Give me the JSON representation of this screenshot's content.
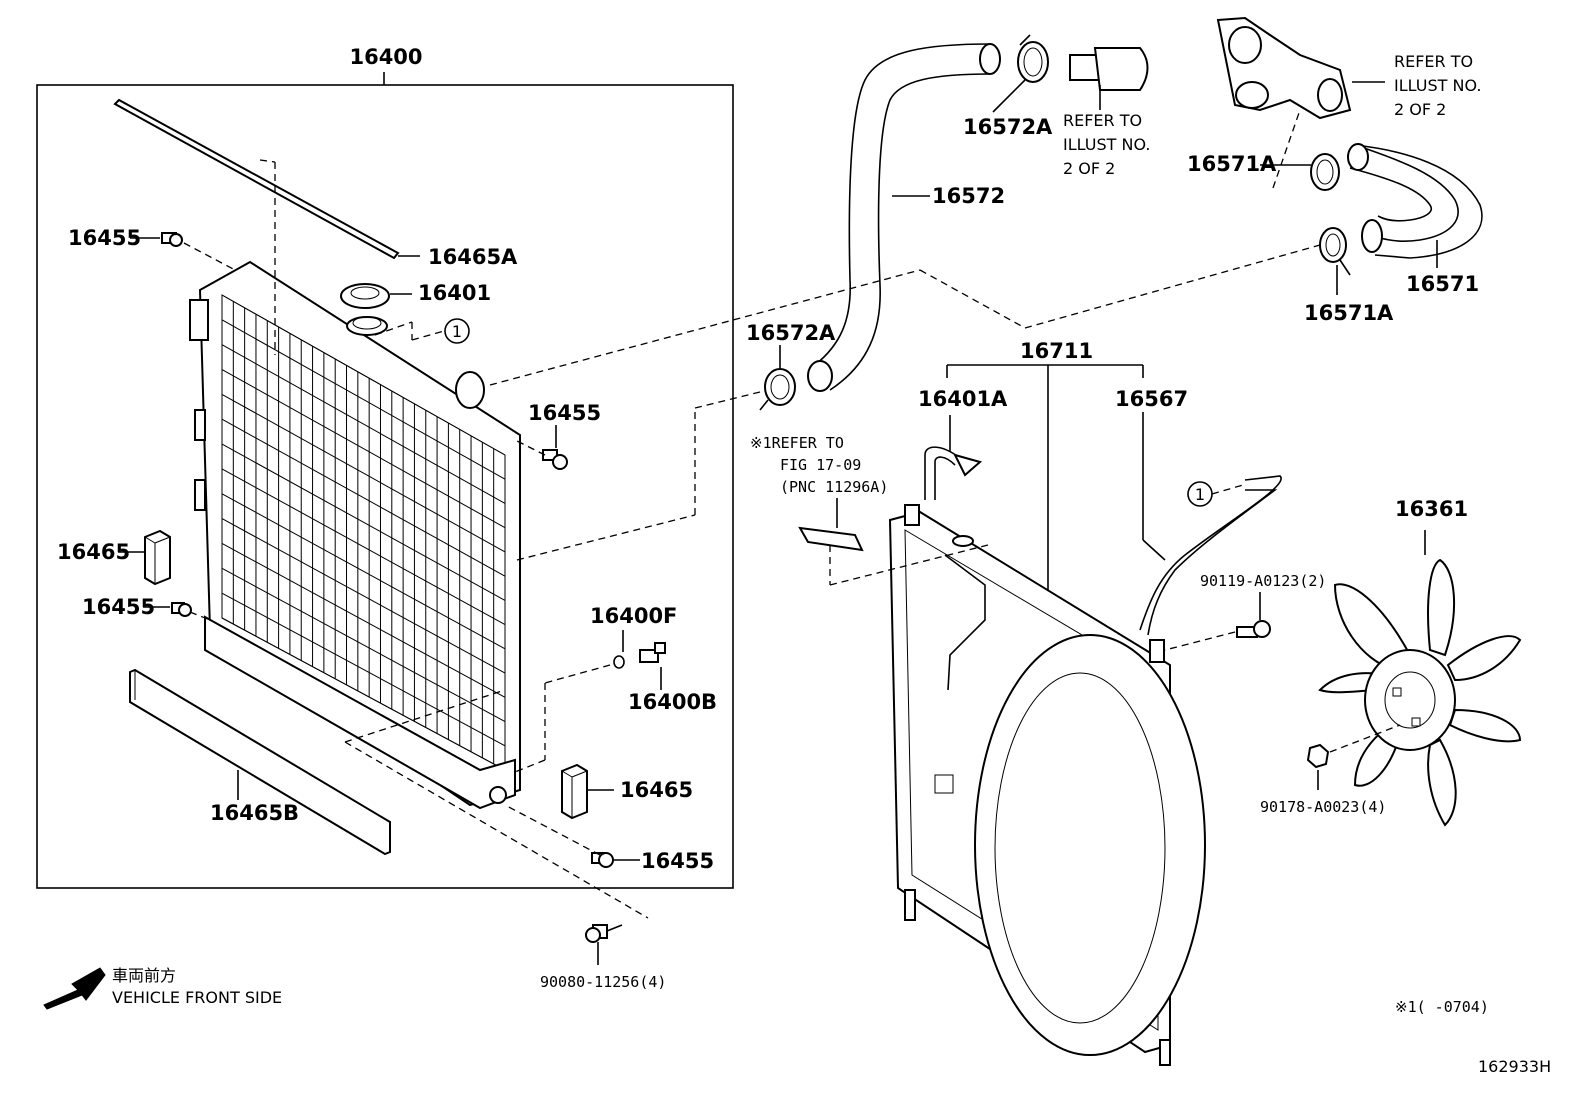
{
  "labels": {
    "p16400": "16400",
    "p16465A": "16465A",
    "p16401": "16401",
    "p16455_a": "16455",
    "p16455_b": "16455",
    "p16455_c": "16455",
    "p16455_d": "16455",
    "p16465_a": "16465",
    "p16465_b": "16465",
    "p16465B": "16465B",
    "p16400F": "16400F",
    "p16400B": "16400B",
    "p90080": "90080-11256(4)",
    "p16572A_a": "16572A",
    "p16572A_b": "16572A",
    "p16572": "16572",
    "p16571A_a": "16571A",
    "p16571A_b": "16571A",
    "p16571": "16571",
    "p16711": "16711",
    "p16401A": "16401A",
    "p16567": "16567",
    "p16361": "16361",
    "p90119": "90119-A0123(2)",
    "p90178": "90178-A0023(4)"
  },
  "notes": {
    "refer1_line1": "REFER TO",
    "refer1_line2": "ILLUST NO.",
    "refer1_line3": "2 OF 2",
    "refer2_line1": "REFER TO",
    "refer2_line2": "ILLUST NO.",
    "refer2_line3": "2 OF 2",
    "fig_line1": "※1REFER TO",
    "fig_line2": "FIG 17-09",
    "fig_line3": "(PNC 11296A)",
    "callout_1a": "1",
    "callout_1b": "1",
    "front_jp": "車両前方",
    "front_en": "VEHICLE FRONT SIDE",
    "footnote": "※1(      -0704)",
    "illust_id": "162933H"
  }
}
